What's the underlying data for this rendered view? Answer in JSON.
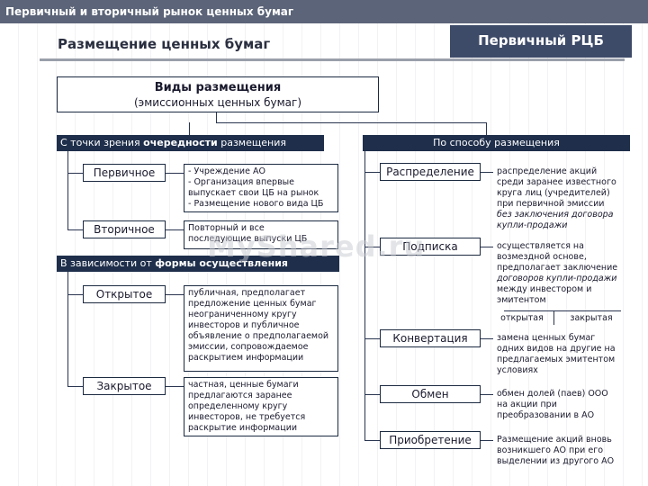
{
  "header": {
    "title": "Первичный и вторичный рынок ценных бумаг"
  },
  "subtitle": "Размещение ценных бумаг",
  "badge": "Первичный РЦБ",
  "main": {
    "title": "Виды размещения",
    "subtitle": "(эмиссионных ценных бумаг)"
  },
  "left_header": {
    "prefix": "С точки зрения ",
    "bold": "очередности",
    "suffix": " размещения"
  },
  "right_header": "По способу размещения",
  "form_header": {
    "prefix": "В зависимости от ",
    "bold": "формы осуществления"
  },
  "order": [
    {
      "label": "Первичное",
      "desc": [
        "- Учреждение АО",
        "- Организация впервые",
        "выпускает свои ЦБ на рынок",
        "- Размещение нового вида ЦБ"
      ]
    },
    {
      "label": "Вторичное",
      "desc": [
        "Повторный и все",
        "последующие выпуски ЦБ"
      ]
    }
  ],
  "form": [
    {
      "label": "Открытое",
      "desc": [
        "публичная, предполагает",
        "предложение ценных бумаг",
        "неограниченному кругу",
        "инвесторов и публичное",
        "объявление о предполагаемой",
        "эмиссии, сопровождаемое",
        "раскрытием информации"
      ]
    },
    {
      "label": "Закрытое",
      "desc": [
        "частная, ценные бумаги",
        "предлагаются заранее",
        "определенному кругу",
        "инвесторов, не требуется",
        "раскрытие информации"
      ]
    }
  ],
  "methods": [
    {
      "label": "Распределение",
      "desc": [
        "распределение акций",
        "среди заранее известного",
        "круга лиц (учредителей)",
        "при первичной эмиссии",
        "без заключения договора",
        "купли-продажи"
      ]
    },
    {
      "label": "Подписка",
      "desc": [
        "осуществляется на",
        "возмездной основе,",
        "предполагает заключение",
        "договоров купли-продажи",
        "между инвестором и",
        "эмитентом"
      ],
      "sub": [
        "открытая",
        "закрытая"
      ]
    },
    {
      "label": "Конвертация",
      "desc": [
        "замена ценных бумаг",
        "одних видов на другие на",
        "предлагаемых эмитентом",
        "условиях"
      ]
    },
    {
      "label": "Обмен",
      "desc": [
        "обмен долей (паев) ООО",
        "на акции при",
        "преобразовании в АО"
      ]
    },
    {
      "label": "Приобретение",
      "desc": [
        "Размещение акций вновь",
        "возникшего АО при его",
        "выделении из другого АО"
      ]
    }
  ],
  "watermark": "MyShared.ru"
}
